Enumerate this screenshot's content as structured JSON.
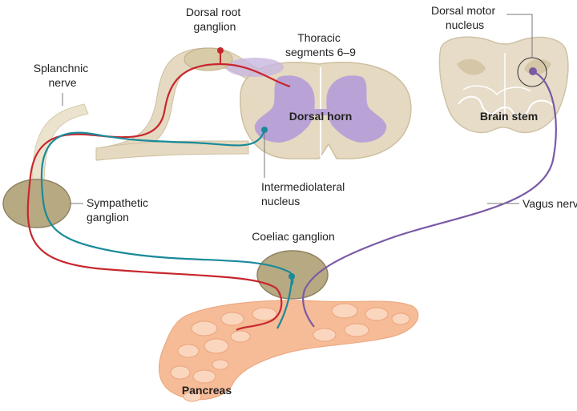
{
  "labels": {
    "dorsal_root_ganglion": [
      "Dorsal root",
      "ganglion"
    ],
    "thoracic_segments": [
      "Thoracic",
      "segments 6–9"
    ],
    "dorsal_horn": "Dorsal horn",
    "splanchnic_nerve": [
      "Splanchnic",
      "nerve"
    ],
    "sympathetic_ganglion": [
      "Sympathetic",
      "ganglion"
    ],
    "intermediolateral_nucleus": [
      "Intermediolateral",
      "nucleus"
    ],
    "dorsal_motor_nucleus": [
      "Dorsal motor",
      "nucleus"
    ],
    "brain_stem": "Brain stem",
    "vagus_nerve": "Vagus nerve",
    "coeliac_ganglion": "Coeliac ganglion",
    "pancreas": "Pancreas"
  },
  "colors": {
    "sensory_fiber": "#c8262e",
    "sympathetic_fiber": "#1a8a9a",
    "vagal_fiber": "#7a5aa6",
    "ganglion_fill": "#b7a982",
    "spinal_tissue": "#e5d9c1",
    "gray_matter": "#b9a3d6",
    "pancreas_fill": "#f6bb97",
    "brainstem_fill": "#e6dcc8"
  }
}
